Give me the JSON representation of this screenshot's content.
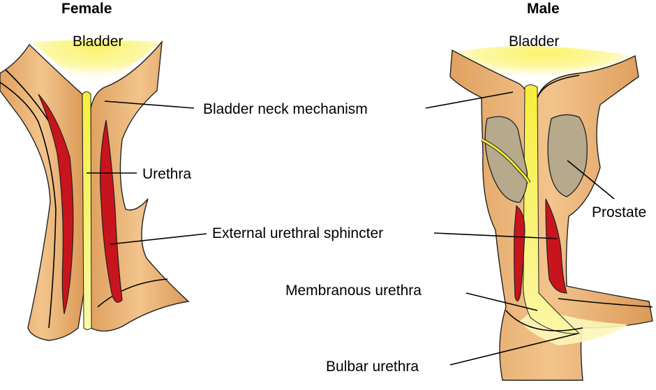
{
  "titles": {
    "female": "Female",
    "male": "Male"
  },
  "female": {
    "bladder_label": "Bladder",
    "urethra_label": "Urethra"
  },
  "male": {
    "bladder_label": "Bladder",
    "prostate_label": "Prostate",
    "membranous_label": "Membranous urethra",
    "bulbar_label": "Bulbar urethra"
  },
  "shared": {
    "bladder_neck_label": "Bladder neck mechanism",
    "sphincter_label": "External urethral sphincter"
  },
  "colors": {
    "tissue": "#e3a764",
    "urine": "#f5ec3a",
    "muscle": "#c8141c",
    "prostate": "#b6a98c"
  }
}
